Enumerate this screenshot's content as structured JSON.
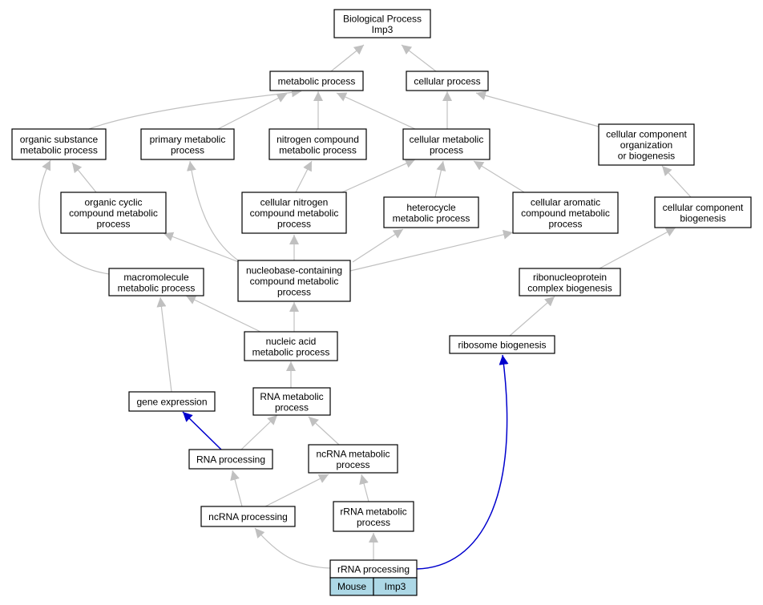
{
  "colors": {
    "edge_default": "#c0c0c0",
    "edge_highlight": "#0000cd",
    "node_fill": "#ffffff",
    "legend_fill": "#add8e6"
  },
  "nodes": [
    {
      "id": "bp",
      "lines": [
        "Biological Process",
        "Imp3"
      ]
    },
    {
      "id": "metabolic",
      "lines": [
        "metabolic process"
      ]
    },
    {
      "id": "cellular",
      "lines": [
        "cellular process"
      ]
    },
    {
      "id": "organic_substance",
      "lines": [
        "organic substance",
        "metabolic process"
      ]
    },
    {
      "id": "primary",
      "lines": [
        "primary metabolic",
        "process"
      ]
    },
    {
      "id": "nitrogen",
      "lines": [
        "nitrogen compound",
        "metabolic process"
      ]
    },
    {
      "id": "cellular_metabolic",
      "lines": [
        "cellular metabolic",
        "process"
      ]
    },
    {
      "id": "ccob",
      "lines": [
        "cellular component",
        "organization",
        "or biogenesis"
      ]
    },
    {
      "id": "organic_cyclic",
      "lines": [
        "organic cyclic",
        "compound metabolic",
        "process"
      ]
    },
    {
      "id": "cellular_nitrogen",
      "lines": [
        "cellular nitrogen",
        "compound metabolic",
        "process"
      ]
    },
    {
      "id": "heterocycle",
      "lines": [
        "heterocycle",
        "metabolic process"
      ]
    },
    {
      "id": "cellular_aromatic",
      "lines": [
        "cellular aromatic",
        "compound metabolic",
        "process"
      ]
    },
    {
      "id": "ccb",
      "lines": [
        "cellular component",
        "biogenesis"
      ]
    },
    {
      "id": "macromolecule",
      "lines": [
        "macromolecule",
        "metabolic process"
      ]
    },
    {
      "id": "nucleobase",
      "lines": [
        "nucleobase-containing",
        "compound metabolic",
        "process"
      ]
    },
    {
      "id": "ribonucleoprotein",
      "lines": [
        "ribonucleoprotein",
        "complex biogenesis"
      ]
    },
    {
      "id": "nucleic_acid",
      "lines": [
        "nucleic acid",
        "metabolic process"
      ]
    },
    {
      "id": "ribosome",
      "lines": [
        "ribosome biogenesis"
      ]
    },
    {
      "id": "gene_expression",
      "lines": [
        "gene expression"
      ]
    },
    {
      "id": "rna_metabolic",
      "lines": [
        "RNA metabolic",
        "process"
      ]
    },
    {
      "id": "rna_processing",
      "lines": [
        "RNA processing"
      ]
    },
    {
      "id": "ncrna_metabolic",
      "lines": [
        "ncRNA metabolic",
        "process"
      ]
    },
    {
      "id": "ncrna_processing",
      "lines": [
        "ncRNA processing"
      ]
    },
    {
      "id": "rrna_metabolic",
      "lines": [
        "rRNA metabolic",
        "process"
      ]
    },
    {
      "id": "rrna_processing",
      "lines": [
        "rRNA processing"
      ]
    }
  ],
  "legend": {
    "species": "Mouse",
    "gene": "Imp3"
  },
  "edges": [
    {
      "from": "metabolic",
      "to": "bp",
      "highlight": false
    },
    {
      "from": "cellular",
      "to": "bp",
      "highlight": false
    },
    {
      "from": "organic_substance",
      "to": "metabolic",
      "highlight": false
    },
    {
      "from": "primary",
      "to": "metabolic",
      "highlight": false
    },
    {
      "from": "nitrogen",
      "to": "metabolic",
      "highlight": false
    },
    {
      "from": "cellular_metabolic",
      "to": "metabolic",
      "highlight": false
    },
    {
      "from": "cellular_metabolic",
      "to": "cellular",
      "highlight": false
    },
    {
      "from": "ccob",
      "to": "cellular",
      "highlight": false
    },
    {
      "from": "organic_cyclic",
      "to": "organic_substance",
      "highlight": false
    },
    {
      "from": "macromolecule",
      "to": "organic_substance",
      "highlight": false
    },
    {
      "from": "nucleobase",
      "to": "primary",
      "highlight": false
    },
    {
      "from": "cellular_nitrogen",
      "to": "nitrogen",
      "highlight": false
    },
    {
      "from": "cellular_nitrogen",
      "to": "cellular_metabolic",
      "highlight": false
    },
    {
      "from": "heterocycle",
      "to": "cellular_metabolic",
      "highlight": false
    },
    {
      "from": "cellular_aromatic",
      "to": "cellular_metabolic",
      "highlight": false
    },
    {
      "from": "ccb",
      "to": "ccob",
      "highlight": false
    },
    {
      "from": "nucleobase",
      "to": "organic_cyclic",
      "highlight": false
    },
    {
      "from": "nucleobase",
      "to": "cellular_nitrogen",
      "highlight": false
    },
    {
      "from": "nucleobase",
      "to": "heterocycle",
      "highlight": false
    },
    {
      "from": "nucleobase",
      "to": "cellular_aromatic",
      "highlight": false
    },
    {
      "from": "ribonucleoprotein",
      "to": "ccb",
      "highlight": false
    },
    {
      "from": "gene_expression",
      "to": "macromolecule",
      "highlight": false
    },
    {
      "from": "nucleic_acid",
      "to": "macromolecule",
      "highlight": false
    },
    {
      "from": "nucleic_acid",
      "to": "nucleobase",
      "highlight": false
    },
    {
      "from": "ribosome",
      "to": "ribonucleoprotein",
      "highlight": false
    },
    {
      "from": "rna_metabolic",
      "to": "nucleic_acid",
      "highlight": false
    },
    {
      "from": "rna_processing",
      "to": "gene_expression",
      "highlight": true
    },
    {
      "from": "rna_processing",
      "to": "rna_metabolic",
      "highlight": false
    },
    {
      "from": "ncrna_metabolic",
      "to": "rna_metabolic",
      "highlight": false
    },
    {
      "from": "ncrna_processing",
      "to": "rna_processing",
      "highlight": false
    },
    {
      "from": "ncrna_processing",
      "to": "ncrna_metabolic",
      "highlight": false
    },
    {
      "from": "rrna_metabolic",
      "to": "ncrna_metabolic",
      "highlight": false
    },
    {
      "from": "rrna_processing",
      "to": "ncrna_processing",
      "highlight": false
    },
    {
      "from": "rrna_processing",
      "to": "rrna_metabolic",
      "highlight": false
    },
    {
      "from": "rrna_processing",
      "to": "ribosome",
      "highlight": true
    }
  ]
}
